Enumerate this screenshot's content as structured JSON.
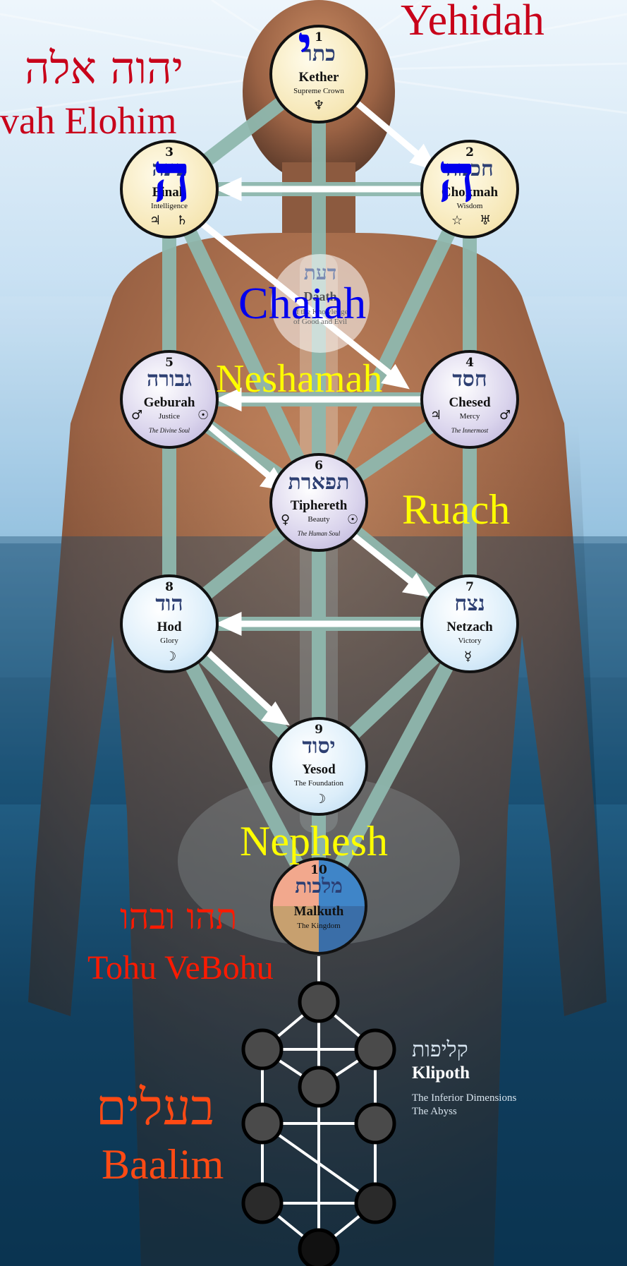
{
  "colors": {
    "sky_top": "#e9f3fb",
    "sky_mid": "#a9cde9",
    "deep_blue": "#0d3550",
    "path_teal": "#8fb8ae",
    "title_red": "#c8001a",
    "chaiah_blue": "#0000ee",
    "soul_yellow": "#ffff00",
    "tohu_red": "#ff1a00",
    "baalim_orange": "#ff4a14"
  },
  "top_labels": {
    "yehidah": "Yehidah",
    "divine_name_hebrew": "יהוה אלה",
    "divine_name_latin": "vah Elohim"
  },
  "letters": {
    "yod": "י",
    "heh_binah": "ה",
    "heh_chokmah": "ה"
  },
  "soul_labels": {
    "chaiah": "Chaiah",
    "neshamah": "Neshamah",
    "ruach": "Ruach",
    "nephesh": "Nephesh"
  },
  "sephiroth": [
    {
      "num": "1",
      "hebrew": "כתר",
      "name": "Kether",
      "subtitle": "Supreme Crown",
      "note": "",
      "symbols": [
        "♆"
      ]
    },
    {
      "num": "2",
      "hebrew": "חכמה",
      "name": "Chokmah",
      "subtitle": "Wisdom",
      "note": "",
      "symbols": [
        "☆",
        "♅"
      ]
    },
    {
      "num": "3",
      "hebrew": "בינה",
      "name": "Binah",
      "subtitle": "Intelligence",
      "note": "",
      "symbols": [
        "♃",
        "♄"
      ]
    },
    {
      "num": "4",
      "hebrew": "חסד",
      "name": "Chesed",
      "subtitle": "Mercy",
      "note": "The Innermost",
      "symbols": [
        "♃",
        "♂"
      ]
    },
    {
      "num": "5",
      "hebrew": "גבורה",
      "name": "Geburah",
      "subtitle": "Justice",
      "note": "The Divine Soul",
      "symbols": [
        "♂",
        "☉"
      ]
    },
    {
      "num": "6",
      "hebrew": "תפארת",
      "name": "Tiphereth",
      "subtitle": "Beauty",
      "note": "The Human Soul",
      "symbols": [
        "♀",
        "☉"
      ]
    },
    {
      "num": "7",
      "hebrew": "נצח",
      "name": "Netzach",
      "subtitle": "Victory",
      "note": "",
      "symbols": [
        "☿"
      ]
    },
    {
      "num": "8",
      "hebrew": "הוד",
      "name": "Hod",
      "subtitle": "Glory",
      "note": "",
      "symbols": [
        "☽"
      ]
    },
    {
      "num": "9",
      "hebrew": "יסוד",
      "name": "Yesod",
      "subtitle": "The Foundation",
      "note": "",
      "symbols": [
        "☽"
      ]
    },
    {
      "num": "10",
      "hebrew": "מלכות",
      "name": "Malkuth",
      "subtitle": "The Kingdom",
      "note": "",
      "symbols": []
    }
  ],
  "daath": {
    "hebrew": "דעת",
    "name": "Daath",
    "subtitle_1": "of the Knowledge",
    "subtitle_2": "of Good and Evil"
  },
  "tohu": {
    "hebrew": "תהו ובהו",
    "latin": "Tohu VeBohu"
  },
  "baalim": {
    "hebrew": "בעלים",
    "latin": "Baalim"
  },
  "klipoth": {
    "hebrew": "קליפות",
    "title": "Klipoth",
    "line_1": "The Inferior Dimensions",
    "line_2": "The Abyss"
  }
}
